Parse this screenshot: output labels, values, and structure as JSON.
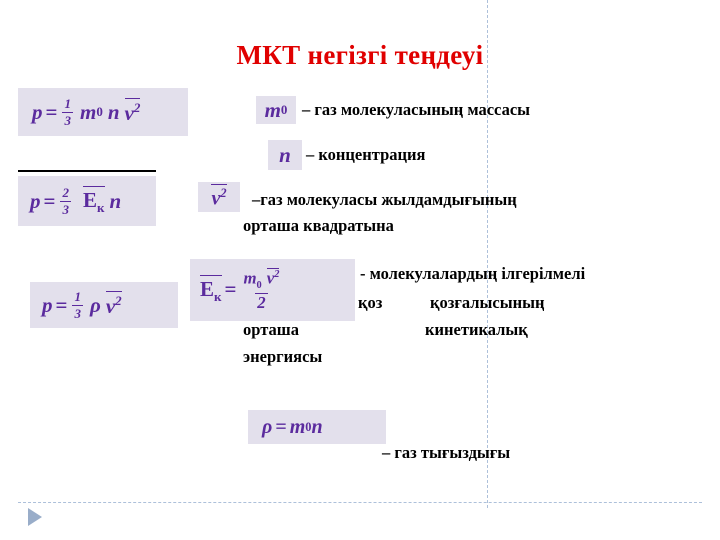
{
  "slide": {
    "title": "МКТ негізгі теңдеуі",
    "title_color": "#e00000",
    "formula_color": "#5b2b9e",
    "formula_box_bg": "#e3e0ec",
    "text_color": "#000000",
    "guide_color": "#9fb6d4"
  },
  "formulas": [
    {
      "id": "formula-1",
      "plain": "p = (1/3) m0 n v²",
      "lhs": "p",
      "equals": "=",
      "numerator": "1",
      "denominator": "3",
      "m": "m",
      "m_sub": "0",
      "n": "n",
      "v": "v",
      "v_sup": "2"
    },
    {
      "id": "formula-2",
      "plain": "p = (2/3) Eк n",
      "lhs": "p",
      "equals": "=",
      "numerator": "2",
      "denominator": "3",
      "E": "E",
      "E_sub": "к",
      "n": "n"
    },
    {
      "id": "formula-3",
      "plain": "p = (1/3) ρ v²",
      "lhs": "p",
      "equals": "=",
      "numerator": "1",
      "denominator": "3",
      "rho": "ρ",
      "v": "v",
      "v_sup": "2"
    },
    {
      "id": "formula-4",
      "plain": "Eк = m0 v² / 2",
      "E": "E",
      "E_sub": "к",
      "equals": "=",
      "m": "m",
      "m_sub": "0",
      "v": "v",
      "v_sup": "2",
      "denominator": "2"
    },
    {
      "id": "formula-5",
      "plain": "ρ = m0 n",
      "rho": "ρ",
      "equals": "=",
      "m": "m",
      "m_sub": "0",
      "n": "n"
    }
  ],
  "symbols": {
    "m0": {
      "base": "m",
      "sub": "0"
    },
    "n": {
      "base": "n"
    },
    "v2": {
      "base": "v",
      "sup": "2"
    }
  },
  "descriptions": {
    "m0": "– газ молекуласының массасы",
    "n": "– концентрация",
    "v2_line1": "–газ молекуласы   жылдамдығының",
    "v2_line2": "орташа квадратына",
    "ek_line1": "- молекулалардың ілгерілмелі",
    "ek_line2_left": "қоз",
    "ek_line2_right": "қозғалысының",
    "ek_line3_left": "орташа",
    "ek_line3_right": "кинетикалық",
    "ek_line4": "энергиясы",
    "rho": "– газ тығыздығы"
  }
}
